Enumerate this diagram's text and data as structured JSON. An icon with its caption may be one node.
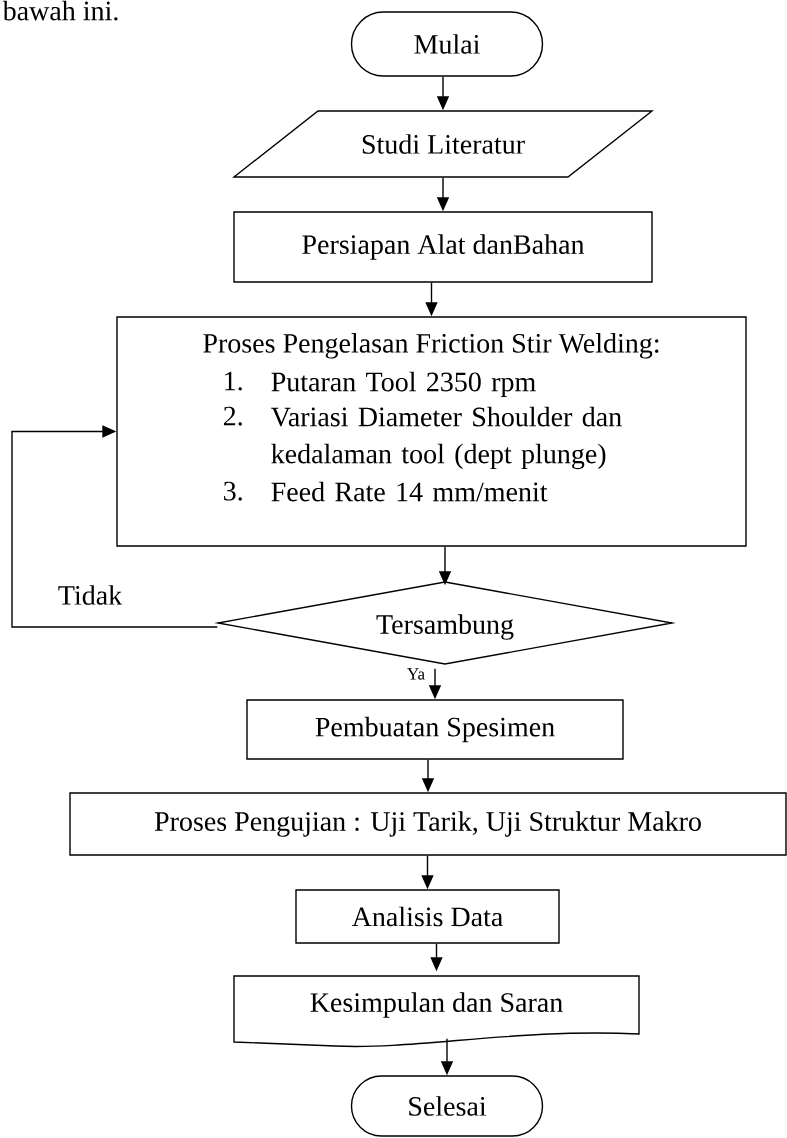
{
  "diagram": {
    "nodes": [
      {
        "text": [
          "Mulai"
        ]
      },
      {
        "text": [
          "Studi Literatur"
        ]
      },
      {
        "text": [
          "Persiapan  Alat danBahan"
        ]
      },
      {
        "text": [
          "Proses Pengelasan Friction Stir Welding:",
          "1.",
          "Putaran Tool  2350 rpm",
          "2.",
          "Variasi Diameter Shoulder dan kedalaman tool (dept plunge)",
          "3.",
          "Feed Rate 14 mm/menit"
        ]
      },
      {
        "text": [
          "Tersambung"
        ]
      },
      {
        "text": [
          "Pembuatan Spesimen"
        ]
      },
      {
        "text": [
          "Proses Pengujian : Uji Tarik, Uji Struktur Makro"
        ]
      },
      {
        "text": [
          "Analisis Data"
        ]
      },
      {
        "text": [
          "Kesimpulan dan Saran"
        ]
      },
      {
        "text": [
          "Selesai"
        ]
      }
    ],
    "edges": [
      {
        "from": 0,
        "to": 1,
        "arrow": "to"
      },
      {
        "from": 1,
        "to": 2,
        "arrow": "to"
      },
      {
        "from": 2,
        "to": 3,
        "arrow": "to"
      },
      {
        "from": 3,
        "to": 4,
        "arrow": "to"
      },
      {
        "from": 4,
        "to": 3,
        "arrow": "to",
        "label": "Tidak"
      },
      {
        "from": 4,
        "to": 5,
        "arrow": "to",
        "label": "Ya"
      },
      {
        "from": 5,
        "to": 6,
        "arrow": "to"
      },
      {
        "from": 6,
        "to": 7,
        "arrow": "to"
      },
      {
        "from": 7,
        "to": 8,
        "arrow": "to"
      },
      {
        "from": 8,
        "to": 9,
        "arrow": "to"
      }
    ],
    "labels": [
      "bawah ini."
    ]
  }
}
